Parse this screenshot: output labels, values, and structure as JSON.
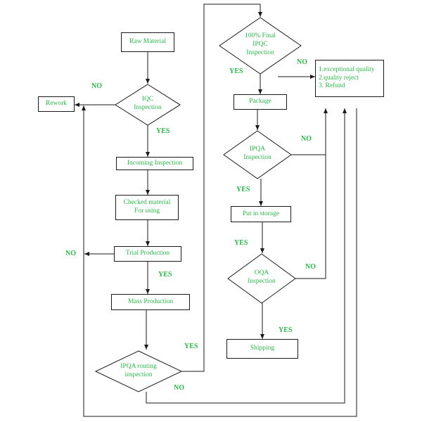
{
  "colors": {
    "text": "#2fb34a",
    "line": "#1a1a1a"
  },
  "nodes": {
    "raw_material": "Raw Material",
    "iqc_inspection": "IQC\nInspection",
    "rework": "Rework",
    "incoming_inspection": "Incoming Inspection",
    "checked_material": "Checked material\nFor using",
    "trial_production": "Trial Production",
    "mass_production": "Mass Production",
    "ipqa_routing": "IPQA  routing\ninspection",
    "final_ipqc": "100%   Final\nIPQC\nInspection",
    "outcomes": "1.exceptional quality\n2.quality reject\n3. Refund",
    "package": "Package",
    "ipqa_inspection": "IPQA\nInspection",
    "put_in_storage": "Put in storage",
    "oqa_inspection": "OQA\nInspection",
    "shipping": "Shipping"
  },
  "edge_labels": {
    "iqc_no": "NO",
    "iqc_yes": "YES",
    "trial_no": "NO",
    "trial_yes": "YES",
    "routing_yes": "YES",
    "routing_no": "NO",
    "final_yes": "YES",
    "final_no": "NO",
    "ipqa_yes": "YES",
    "ipqa_no": "NO",
    "storage_yes": "YES",
    "oqa_no": "NO",
    "oqa_yes": "YES"
  }
}
